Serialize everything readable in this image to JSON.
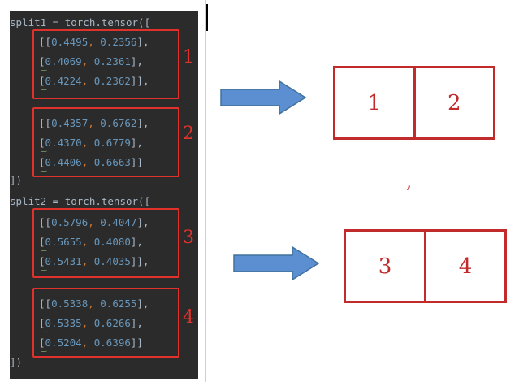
{
  "code": {
    "split1_header": "split1 = torch.tensor([",
    "split1_rows": [
      {
        "pre": "[[",
        "a": "0.4495",
        "b": "0.2356",
        "post": "],"
      },
      {
        "pre": "[",
        "a": "0.4069",
        "b": "0.2361",
        "post": "],"
      },
      {
        "pre": "[",
        "a": "0.4224",
        "b": "0.2362",
        "post": "]],"
      },
      {
        "pre": "[[",
        "a": "0.4357",
        "b": "0.6762",
        "post": "],"
      },
      {
        "pre": "[",
        "a": "0.4370",
        "b": "0.6779",
        "post": "],"
      },
      {
        "pre": "[",
        "a": "0.4406",
        "b": "0.6663",
        "post": "]]"
      }
    ],
    "close": "])",
    "split2_header": "split2 = torch.tensor([",
    "split2_rows": [
      {
        "pre": "[[",
        "a": "0.5796",
        "b": "0.4047",
        "post": "],"
      },
      {
        "pre": "[",
        "a": "0.5655",
        "b": "0.4080",
        "post": "],"
      },
      {
        "pre": "[",
        "a": "0.5431",
        "b": "0.4035",
        "post": "]],"
      },
      {
        "pre": "[[",
        "a": "0.5338",
        "b": "0.6255",
        "post": "],"
      },
      {
        "pre": "[",
        "a": "0.5335",
        "b": "0.6266",
        "post": "],"
      },
      {
        "pre": "[",
        "a": "0.5204",
        "b": "0.6396",
        "post": "]]"
      }
    ],
    "close2": "])"
  },
  "labels": [
    "1",
    "2",
    "3",
    "4"
  ],
  "diagram": {
    "top_cells": [
      "1",
      "2"
    ],
    "bottom_cells": [
      "3",
      "4"
    ],
    "separator": ","
  },
  "colors": {
    "code_bg": "#2b2b2b",
    "code_text": "#a9b7c6",
    "number": "#6897bb",
    "comma": "#cc7832",
    "highlight_red": "#e0312b",
    "grid_red": "#c12b2b",
    "arrow_fill": "#5b8fd1"
  }
}
